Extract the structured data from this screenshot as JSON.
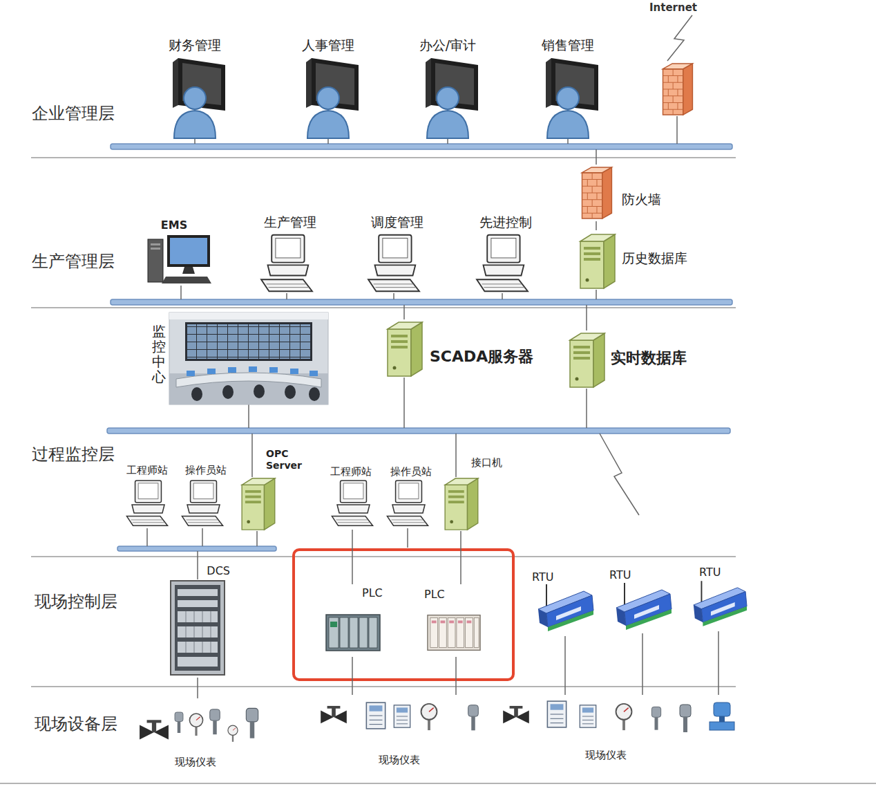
{
  "diagram": {
    "nodes": [
      {
        "text": [
          "财务管理"
        ]
      },
      {
        "text": [
          "人事管理"
        ]
      },
      {
        "text": [
          "办公/审计"
        ]
      },
      {
        "text": [
          "销售管理"
        ]
      },
      {
        "text": [
          "防火墙"
        ]
      },
      {
        "text": [
          "EMS"
        ]
      },
      {
        "text": [
          "生产管理"
        ]
      },
      {
        "text": [
          "调度管理"
        ]
      },
      {
        "text": [
          "先进控制"
        ]
      },
      {
        "text": [
          "历史数据库"
        ]
      },
      {
        "text": [
          "监控中心"
        ]
      },
      {
        "text": [
          "SCADA服务器"
        ]
      },
      {
        "text": [
          "实时数据库"
        ]
      },
      {
        "text": [
          "工程师站"
        ]
      },
      {
        "text": [
          "操作员站"
        ]
      },
      {
        "text": [
          "OPC Server"
        ]
      },
      {
        "text": [
          "工程师站"
        ]
      },
      {
        "text": [
          "操作员站"
        ]
      },
      {
        "text": [
          "接口机"
        ]
      },
      {
        "text": [
          "DCS"
        ]
      },
      {
        "text": [
          "PLC"
        ]
      },
      {
        "text": [
          "PLC"
        ]
      },
      {
        "text": [
          "RTU"
        ]
      },
      {
        "text": [
          "RTU"
        ]
      },
      {
        "text": [
          "RTU"
        ]
      },
      {
        "text": [
          "现场仪表"
        ]
      },
      {
        "text": [
          "现场仪表"
        ]
      },
      {
        "text": [
          "现场仪表"
        ]
      }
    ],
    "edges": [
      {
        "from": 4,
        "to": 9,
        "arrow": "none"
      },
      {
        "from": 16,
        "to": 20,
        "arrow": "none"
      },
      {
        "from": 18,
        "to": 21,
        "arrow": "none"
      },
      {
        "from": 19,
        "to": 25,
        "arrow": "none"
      },
      {
        "from": 20,
        "to": 26,
        "arrow": "none"
      },
      {
        "from": 21,
        "to": 26,
        "arrow": "none"
      },
      {
        "from": 22,
        "to": 27,
        "arrow": "none"
      },
      {
        "from": 23,
        "to": 27,
        "arrow": "none"
      },
      {
        "from": 24,
        "to": 27,
        "arrow": "none"
      }
    ],
    "labels": [
      "企业管理层",
      "生产管理层",
      "过程监控层",
      "现场控制层",
      "现场设备层",
      "Internet"
    ]
  }
}
